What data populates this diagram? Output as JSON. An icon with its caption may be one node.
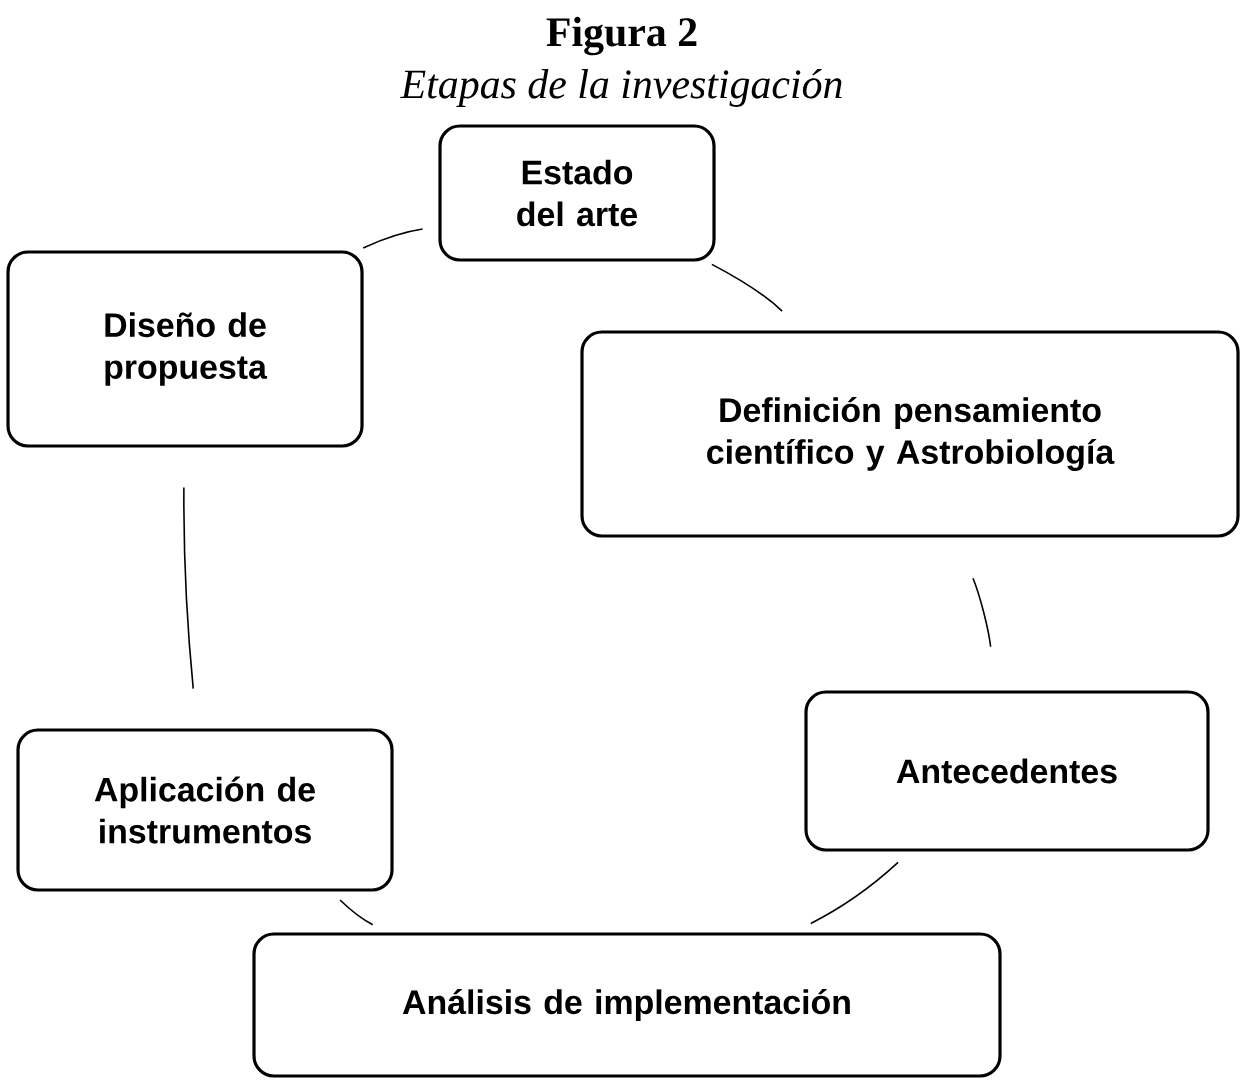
{
  "diagram": {
    "title": "Figura 2",
    "caption": "Etapas de la investigación",
    "nodes": [
      {
        "text": [
          "Estado del arte"
        ]
      },
      {
        "text": [
          "Definición pensamiento científico y Astrobiología"
        ]
      },
      {
        "text": [
          "Antecedentes"
        ]
      },
      {
        "text": [
          "Análisis de implementación"
        ]
      },
      {
        "text": [
          "Aplicación de instrumentos"
        ]
      },
      {
        "text": [
          "Diseño de propuesta"
        ]
      }
    ],
    "edges": [
      {
        "from": 0,
        "to": 1,
        "arrow": "none"
      },
      {
        "from": 1,
        "to": 2,
        "arrow": "none"
      },
      {
        "from": 2,
        "to": 3,
        "arrow": "none"
      },
      {
        "from": 3,
        "to": 4,
        "arrow": "none"
      },
      {
        "from": 4,
        "to": 5,
        "arrow": "none"
      },
      {
        "from": 5,
        "to": 0,
        "arrow": "none"
      }
    ]
  }
}
